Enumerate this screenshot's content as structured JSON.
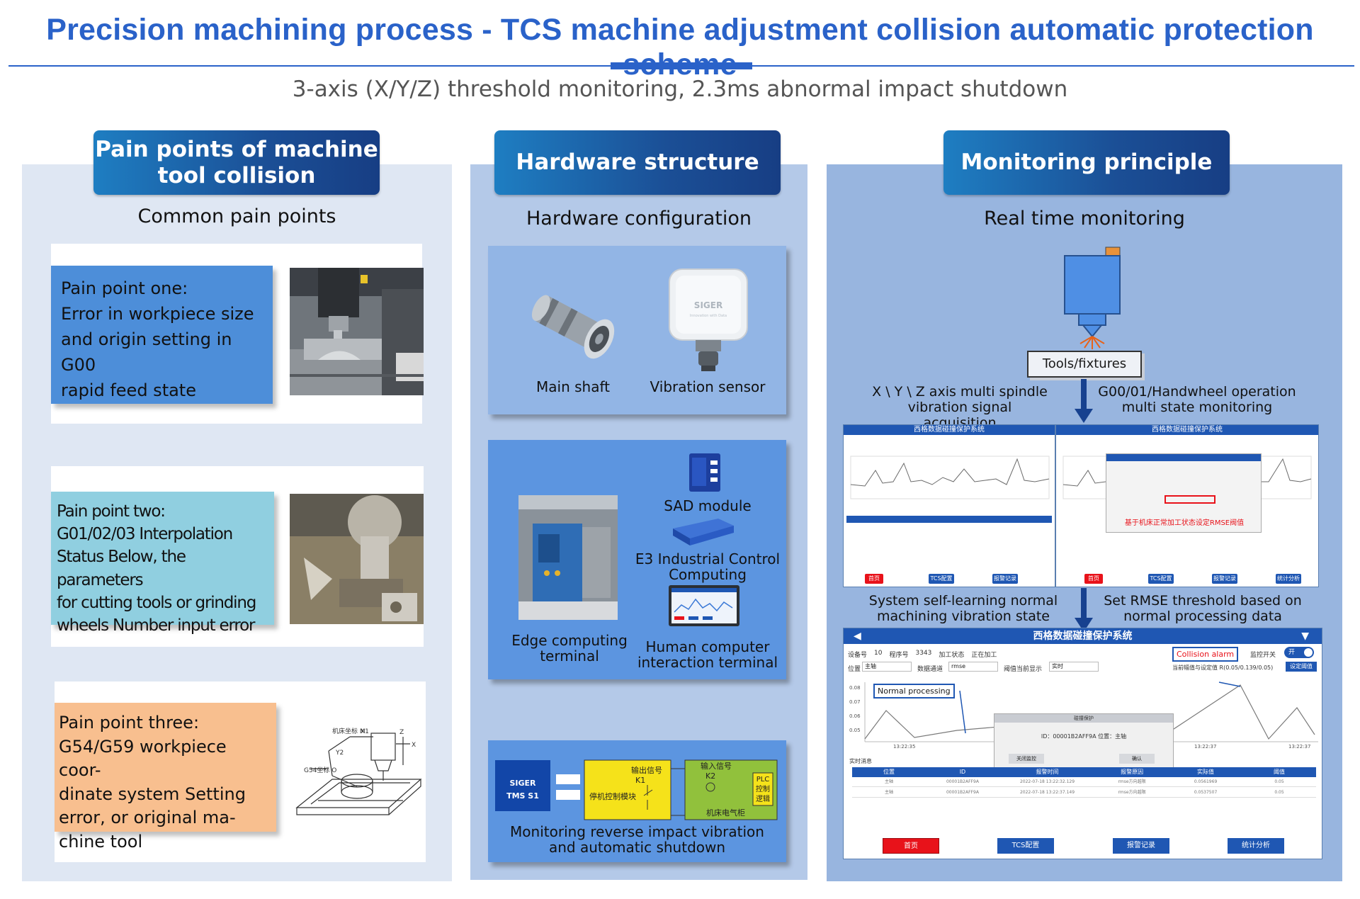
{
  "header": {
    "title": "Precision machining process - TCS machine adjustment collision automatic protection scheme",
    "subtitle": "3-axis (X/Y/Z) threshold monitoring, 2.3ms abnormal impact shutdown"
  },
  "col1": {
    "heading": "Pain points of machine tool collision",
    "subheading": "Common pain points",
    "pain_one": {
      "title": "Pain point one:",
      "lines": [
        "Error in workpiece size",
        "and origin setting in G00",
        "rapid feed state"
      ]
    },
    "pain_two": {
      "title": "Pain point two:",
      "lines": [
        "G01/02/03 Interpolation",
        "Status Below, the parameters",
        "for cutting tools or grinding",
        "wheels Number input error"
      ]
    },
    "pain_three": {
      "title": "Pain point three:",
      "lines": [
        "G54/G59 workpiece coor-",
        "dinate system Setting",
        "error, or original ma-",
        "chine tool"
      ]
    },
    "diagram_labels": {
      "machine_coord": "机床坐标 M",
      "workpiece_coord": "G54坐标 O",
      "dim_x1": "X1",
      "dim_y2": "Y2",
      "axis_x": "X",
      "axis_z": "Z"
    }
  },
  "col2": {
    "heading": "Hardware structure",
    "subheading": "Hardware configuration",
    "card1": {
      "main_shaft": "Main shaft",
      "vibration_sensor": "Vibration sensor",
      "sensor_brand": "SIGER",
      "sensor_tagline": "Innovation with Data"
    },
    "card2": {
      "sad_module": "SAD module",
      "e3": "E3 Industrial Control Computing",
      "edge_terminal": "Edge computing terminal",
      "hmi_terminal": "Human computer interaction terminal"
    },
    "card3": {
      "device_line1": "SIGER",
      "device_line2": "TMS S1",
      "output_signal": "输出信号",
      "k1": "K1",
      "stop_module": "停机控制模块",
      "input_signal": "输入信号",
      "k2": "K2",
      "plc_lines": [
        "PLC",
        "控制",
        "逻辑"
      ],
      "cabinet": "机床电气柜",
      "caption": "Monitoring reverse impact vibration and automatic shutdown"
    }
  },
  "col3": {
    "heading": "Monitoring principle",
    "subheading": "Real time monitoring",
    "tools_label": "Tools/fixtures",
    "left_label": "X \\ Y \\ Z axis multi spindle vibration signal acquisition",
    "right_label": "G00/01/Handwheel operation multi state monitoring",
    "learn_label": "System self-learning normal machining vibration state",
    "rmse_label": "Set RMSE threshold based on normal processing data",
    "screen_top_title": "西格数据碰撞保护系统",
    "screen_big_title": "西格数据碰撞保护系统",
    "collision_alarm": "Collision alarm",
    "normal_processing": "Normal processing",
    "rmse_note": "基于机床正常加工状态设定RMSE阀值",
    "dialog_title": "碰撞保护",
    "dialog_text": "ID：00001B2AFF9A  位置：主轴",
    "dialog_cancel": "关闭监控",
    "dialog_ok": "确认",
    "status_row": [
      "设备号",
      "10",
      "程序号",
      "3343",
      "加工状态",
      "正在加工"
    ],
    "monitor_switch": "监控开关",
    "switch_on": "开",
    "pos_label": "位置",
    "pos_value": "主轴",
    "channel_label": "数据通道",
    "channel_value": "rmse",
    "threshold_display": "阈值当前显示",
    "threshold_value": "实时",
    "current_threshold": "当前幅值与设定值  R(0.05/0.139/0.05)",
    "set_threshold": "设定阈值",
    "chart_y_ticks": [
      "0.08",
      "0.07",
      "0.06",
      "0.05"
    ],
    "chart_times": [
      "13:22:35",
      "13:22:37",
      "13:22:37"
    ],
    "realtime_msg": "实时消息",
    "table_headers": [
      "位置",
      "ID",
      "报警时间",
      "报警原因",
      "实际值",
      "阈值"
    ],
    "table_rows": [
      [
        "主轴",
        "00001B2AFF9A",
        "2022-07-18 13:22:32.129",
        "rmse方向越限",
        "0.0561969",
        "0.05"
      ],
      [
        "主轴",
        "00001B2AFF9A",
        "2022-07-18 13:22:37.149",
        "rmse方向越限",
        "0.0537507",
        "0.05"
      ]
    ],
    "nav_buttons": [
      "首页",
      "TCS配置",
      "报警记录",
      "统计分析"
    ],
    "small_screen_buttons": [
      "首页",
      "TCS配置",
      "报警记录"
    ],
    "small_screen_buttons2": [
      "首页",
      "TCS配置",
      "报警记录",
      "统计分析"
    ]
  },
  "colors": {
    "title_blue": "#2a62c9",
    "pain_one_bg": "#4d8ed9",
    "pain_two_bg": "#90cfe0",
    "pain_three_bg": "#f8bf8f",
    "alarm_red": "#e8121a",
    "nav_blue": "#1f57b3"
  }
}
